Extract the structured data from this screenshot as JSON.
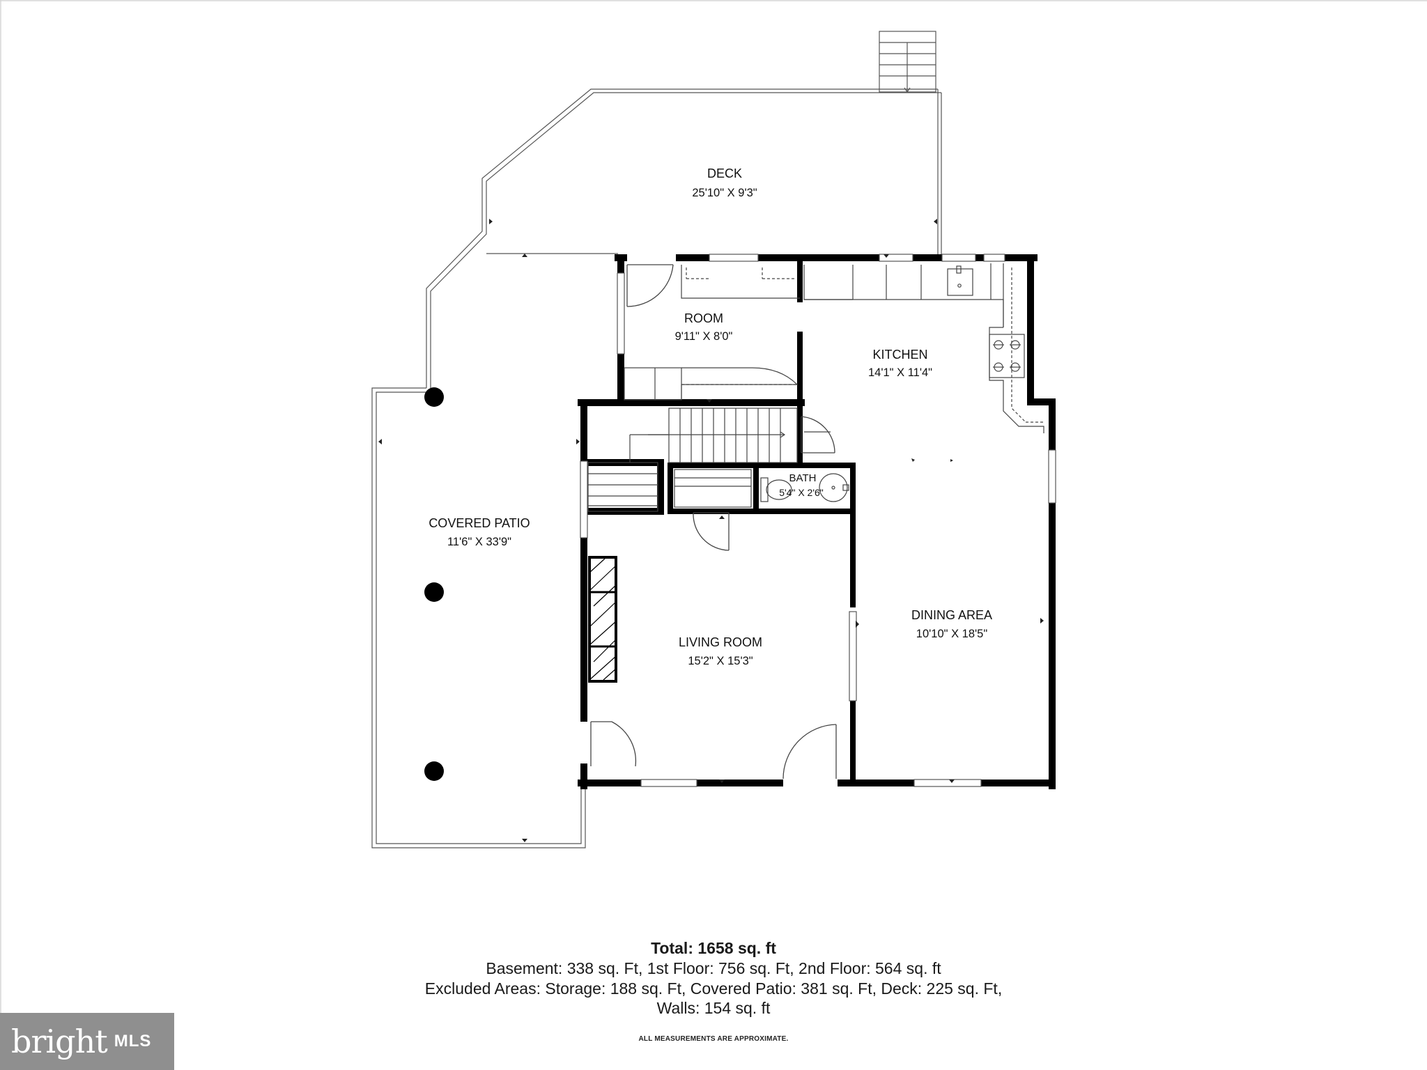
{
  "rooms": {
    "deck": {
      "name": "DECK",
      "dim": "25'10\" X 9'3\""
    },
    "room": {
      "name": "ROOM",
      "dim": "9'11\" X 8'0\""
    },
    "kitchen": {
      "name": "KITCHEN",
      "dim": "14'1\" X 11'4\""
    },
    "bath": {
      "name": "BATH",
      "dim": "5'4\" X 2'6\""
    },
    "covered_patio": {
      "name": "COVERED PATIO",
      "dim": "11'6\" X 33'9\""
    },
    "dining_area": {
      "name": "DINING AREA",
      "dim": "10'10\" X 18'5\""
    },
    "living_room": {
      "name": "LIVING ROOM",
      "dim": "15'2\" X 15'3\""
    }
  },
  "summary": {
    "total_label": "Total:",
    "total_value": "1658 sq. ft",
    "line1": "Basement: 338 sq. Ft, 1st Floor: 756 sq. Ft, 2nd Floor: 564 sq. ft",
    "line2": "Excluded Areas: Storage: 188 sq. Ft, Covered Patio: 381 sq. Ft, Deck: 225 sq. Ft,",
    "line3": "Walls: 154 sq. ft"
  },
  "disclaimer": "ALL MEASUREMENTS ARE APPROXIMATE.",
  "logo": {
    "word": "bright",
    "mls": "MLS"
  },
  "colors": {
    "wall": "#000000",
    "outline": "#555555",
    "logo_bg": "#8f8f8f"
  }
}
